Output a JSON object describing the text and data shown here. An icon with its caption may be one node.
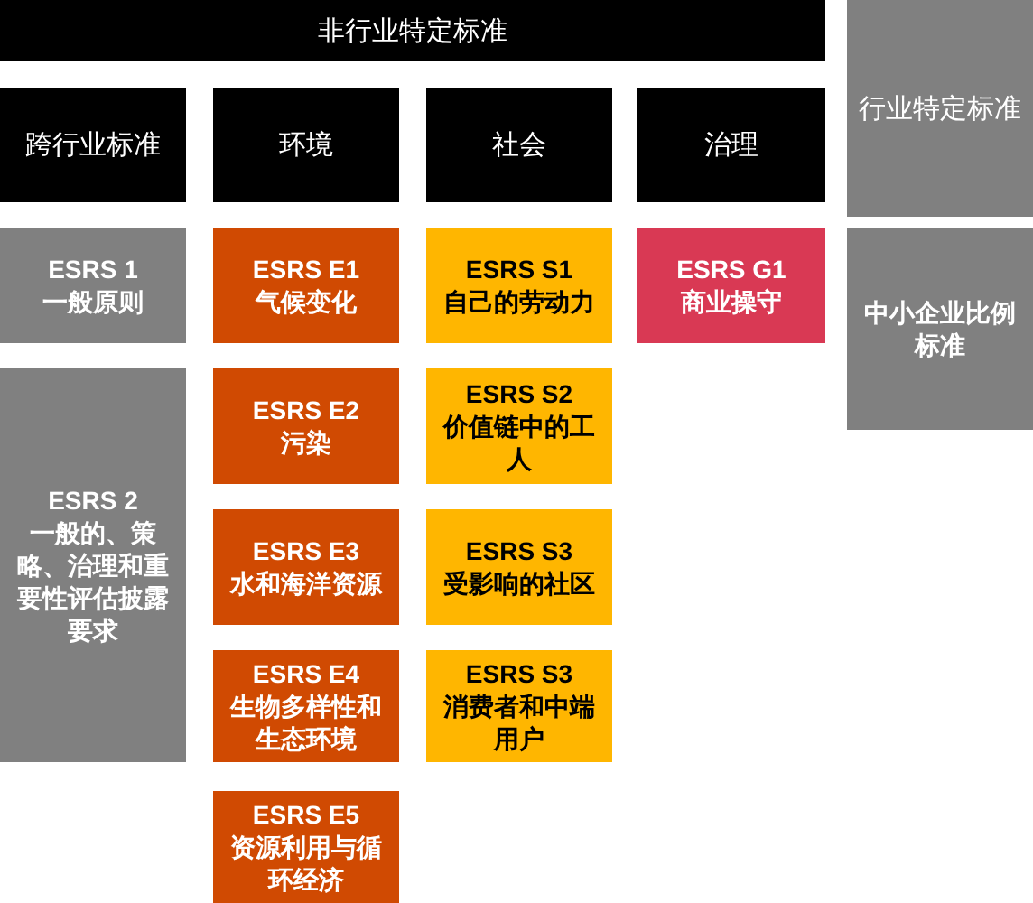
{
  "diagram": {
    "nodes": [
      {
        "text": [
          "非行业特定标准"
        ]
      },
      {
        "text": [
          "行业特定标准"
        ]
      },
      {
        "text": [
          "跨行业标准"
        ]
      },
      {
        "text": [
          "环境"
        ]
      },
      {
        "text": [
          "社会"
        ]
      },
      {
        "text": [
          "治理"
        ]
      },
      {
        "text": [
          "ESRS 1",
          "一般原则"
        ]
      },
      {
        "text": [
          "ESRS E1",
          "气候变化"
        ]
      },
      {
        "text": [
          "ESRS S1",
          "自己的劳动力"
        ]
      },
      {
        "text": [
          "ESRS G1",
          "商业操守"
        ]
      },
      {
        "text": [
          "中小企业比例标准"
        ]
      },
      {
        "text": [
          "ESRS 2",
          "一般的、策略、治理和重要性评估披露要求"
        ]
      },
      {
        "text": [
          "ESRS E2",
          "污染"
        ]
      },
      {
        "text": [
          "ESRS S2",
          "价值链中的工人"
        ]
      },
      {
        "text": [
          "ESRS E3",
          "水和海洋资源"
        ]
      },
      {
        "text": [
          "ESRS S3",
          "受影响的社区"
        ]
      },
      {
        "text": [
          "ESRS E4",
          "生物多样性和生态环境"
        ]
      },
      {
        "text": [
          "ESRS S3",
          "消费者和中端用户"
        ]
      },
      {
        "text": [
          "ESRS E5",
          "资源利用与循环经济"
        ]
      }
    ],
    "edges": []
  }
}
